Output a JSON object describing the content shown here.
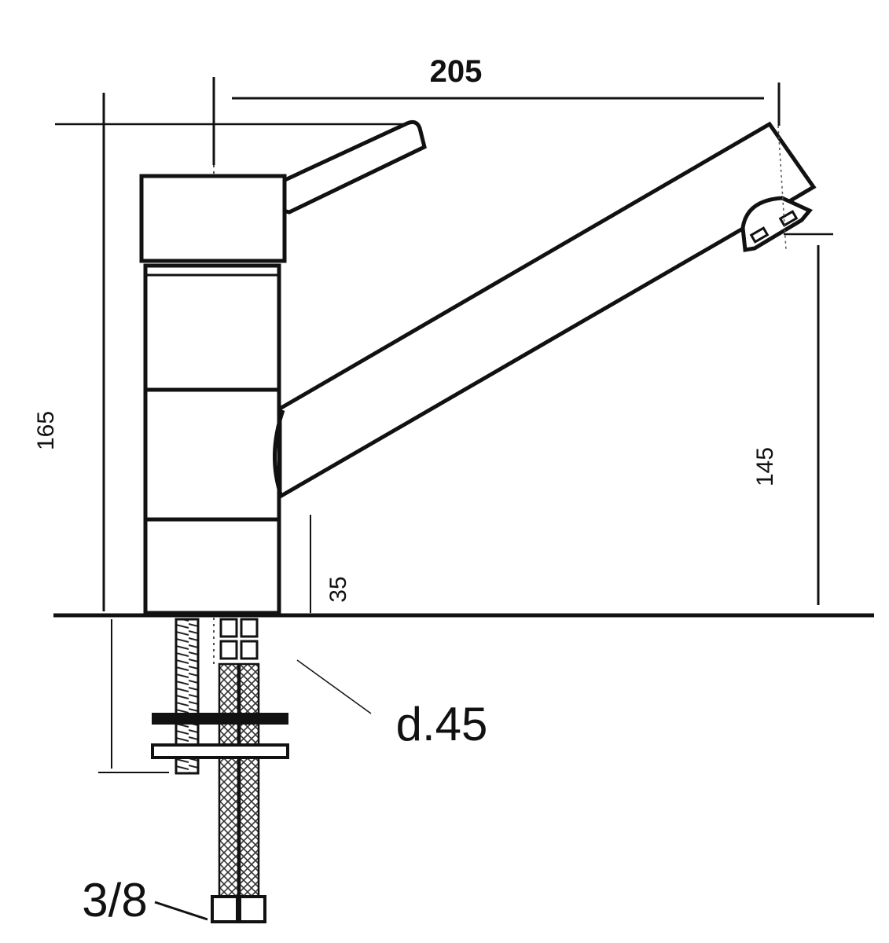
{
  "dimensions": {
    "width": "205",
    "total_height": "165",
    "spout_height": "145",
    "base_height": "35",
    "hole_diameter": "d.45",
    "thread_size": "3/8"
  },
  "colors": {
    "line": "#111111",
    "paper": "#ffffff"
  }
}
